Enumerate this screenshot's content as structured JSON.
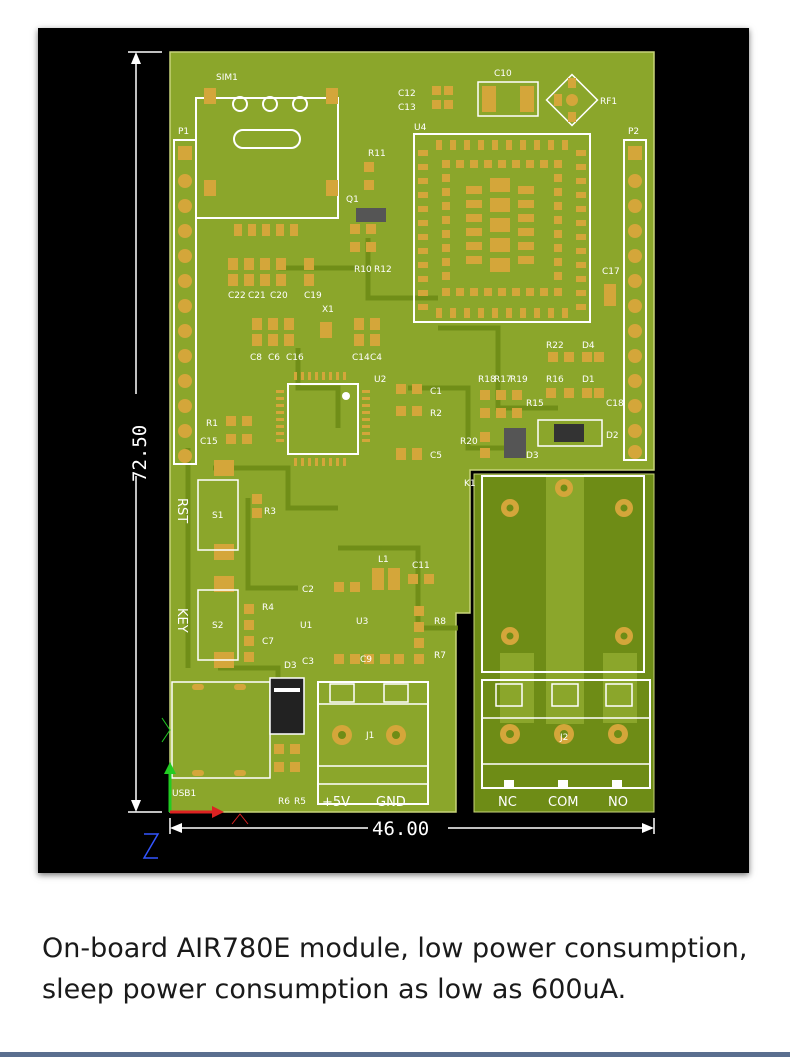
{
  "board": {
    "dim_height": "72.50",
    "dim_width": "46.00",
    "axis_z": "Z",
    "refdes": {
      "sim": "SIM1",
      "p1": "P1",
      "p2": "P2",
      "u4": "U4",
      "rf": "RF1",
      "c10": "C10",
      "c12": "C12",
      "c13": "C13",
      "r11": "R11",
      "q1": "Q1",
      "r10": "R10",
      "r12": "R12",
      "c22": "C22",
      "c21": "C21",
      "c20": "C20",
      "c19": "C19",
      "x1": "X1",
      "c8": "C8",
      "c6": "C6",
      "c16": "C16",
      "c14": "C14",
      "c4": "C4",
      "c17": "C17",
      "r22": "R22",
      "d4": "D4",
      "r18": "R18",
      "r17": "R17",
      "r19": "R19",
      "r16": "R16",
      "d1": "D1",
      "r15": "R15",
      "c18": "C18",
      "r20": "R20",
      "d3b": "D3",
      "d2": "D2",
      "u2": "U2",
      "c1": "C1",
      "r2": "R2",
      "c5": "C5",
      "r1": "R1",
      "c15": "C15",
      "k1": "K1",
      "s1": "S1",
      "r3": "R3",
      "l1": "L1",
      "c11": "C11",
      "c2": "C2",
      "u1": "U1",
      "u3": "U3",
      "r8": "R8",
      "c3": "C3",
      "c9": "C9",
      "r7": "R7",
      "s2": "S2",
      "r4": "R4",
      "c7": "C7",
      "d3": "D3",
      "j1": "J1",
      "j2": "J2",
      "usb1": "USB1",
      "r6": "R6",
      "r5": "R5"
    },
    "labels": {
      "rst": "RST",
      "key": "KEY",
      "plus5v": "+5V",
      "gnd": "GND",
      "nc": "NC",
      "com": "COM",
      "no": "NO"
    },
    "colors": {
      "board": "#8ba62b",
      "copper": "#6e8c16",
      "pad": "#d4a63a",
      "silk": "#ffffff",
      "background": "#000000"
    }
  },
  "caption": {
    "line1": "On-board AIR780E module, low power consumption,",
    "line2": "sleep power consumption as low as 600uA."
  }
}
